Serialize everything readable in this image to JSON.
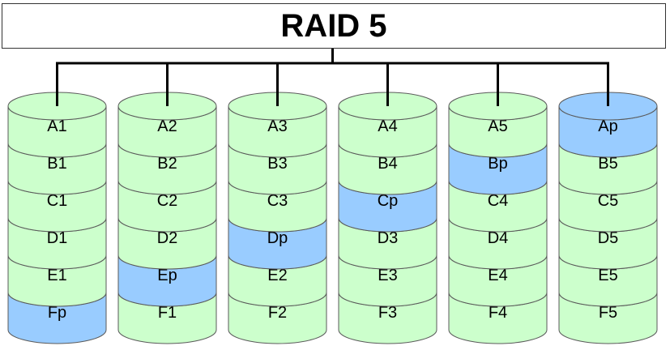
{
  "title": "RAID 5",
  "colors": {
    "data_fill": "#ccffcc",
    "parity_fill": "#99ccff",
    "outline": "#5a5a5a",
    "connector": "#000000"
  },
  "disks": [
    {
      "blocks": [
        {
          "label": "A1",
          "type": "data"
        },
        {
          "label": "B1",
          "type": "data"
        },
        {
          "label": "C1",
          "type": "data"
        },
        {
          "label": "D1",
          "type": "data"
        },
        {
          "label": "E1",
          "type": "data"
        },
        {
          "label": "Fp",
          "type": "parity"
        }
      ]
    },
    {
      "blocks": [
        {
          "label": "A2",
          "type": "data"
        },
        {
          "label": "B2",
          "type": "data"
        },
        {
          "label": "C2",
          "type": "data"
        },
        {
          "label": "D2",
          "type": "data"
        },
        {
          "label": "Ep",
          "type": "parity"
        },
        {
          "label": "F1",
          "type": "data"
        }
      ]
    },
    {
      "blocks": [
        {
          "label": "A3",
          "type": "data"
        },
        {
          "label": "B3",
          "type": "data"
        },
        {
          "label": "C3",
          "type": "data"
        },
        {
          "label": "Dp",
          "type": "parity"
        },
        {
          "label": "E2",
          "type": "data"
        },
        {
          "label": "F2",
          "type": "data"
        }
      ]
    },
    {
      "blocks": [
        {
          "label": "A4",
          "type": "data"
        },
        {
          "label": "B4",
          "type": "data"
        },
        {
          "label": "Cp",
          "type": "parity"
        },
        {
          "label": "D3",
          "type": "data"
        },
        {
          "label": "E3",
          "type": "data"
        },
        {
          "label": "F3",
          "type": "data"
        }
      ]
    },
    {
      "blocks": [
        {
          "label": "A5",
          "type": "data"
        },
        {
          "label": "Bp",
          "type": "parity"
        },
        {
          "label": "C4",
          "type": "data"
        },
        {
          "label": "D4",
          "type": "data"
        },
        {
          "label": "E4",
          "type": "data"
        },
        {
          "label": "F4",
          "type": "data"
        }
      ]
    },
    {
      "blocks": [
        {
          "label": "Ap",
          "type": "parity"
        },
        {
          "label": "B5",
          "type": "data"
        },
        {
          "label": "C5",
          "type": "data"
        },
        {
          "label": "D5",
          "type": "data"
        },
        {
          "label": "E5",
          "type": "data"
        },
        {
          "label": "F5",
          "type": "data"
        }
      ]
    }
  ]
}
